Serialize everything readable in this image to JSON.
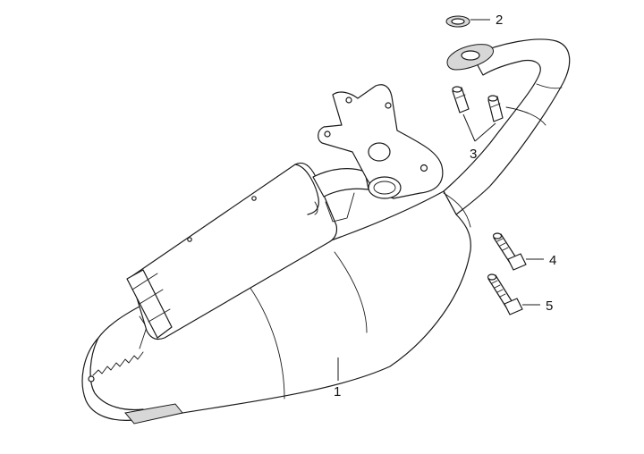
{
  "diagram": {
    "type": "exploded parts diagram",
    "callouts": [
      {
        "label": "1",
        "part": "muffler-assembly"
      },
      {
        "label": "2",
        "part": "exhaust-gasket"
      },
      {
        "label": "3",
        "part": "cap-nuts"
      },
      {
        "label": "4",
        "part": "flange-bolt-short"
      },
      {
        "label": "5",
        "part": "flange-bolt-long"
      }
    ]
  },
  "colors": {
    "line": "#1a1a1a",
    "shade": "#d7d7d7",
    "background": "#ffffff"
  }
}
